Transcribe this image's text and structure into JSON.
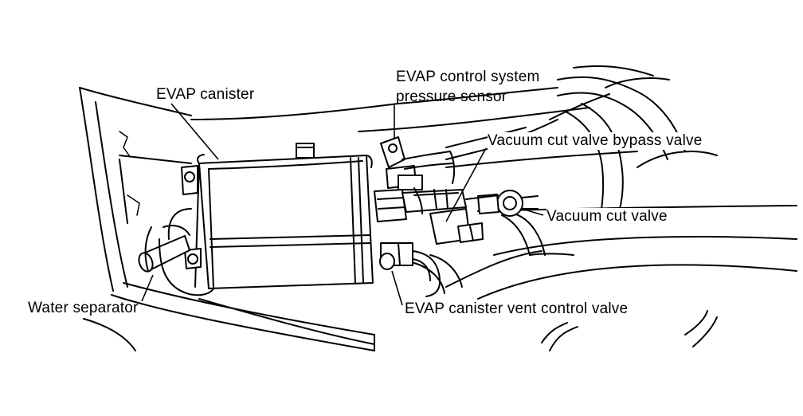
{
  "labels": {
    "evap_canister": "EVAP canister",
    "pressure_sensor_line1": "EVAP control system",
    "pressure_sensor_line2": "pressure sensor",
    "bypass_valve": "Vacuum cut valve bypass valve",
    "vacuum_cut_valve": "Vacuum cut valve",
    "water_separator": "Water separator",
    "vent_control_valve": "EVAP canister vent control valve"
  }
}
